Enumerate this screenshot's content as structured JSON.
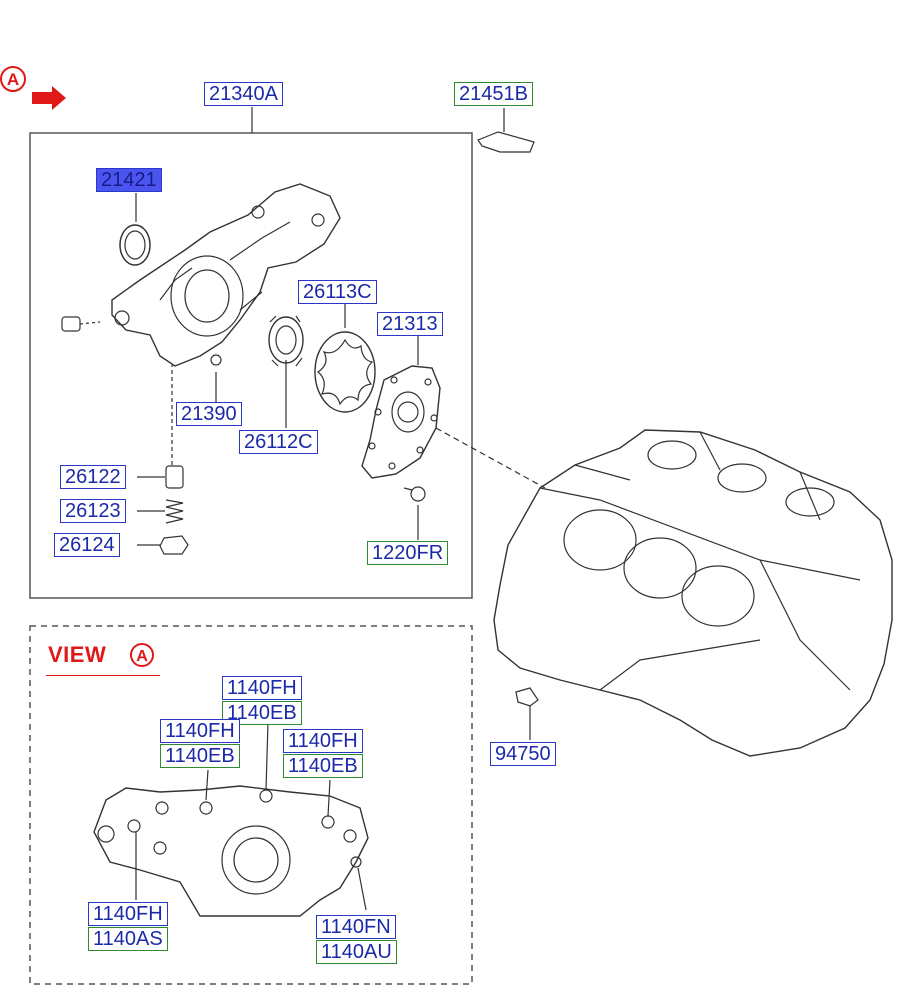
{
  "callout": {
    "letter": "A"
  },
  "view": {
    "title": "VIEW",
    "letter": "A"
  },
  "labels": {
    "assembly": "21340A",
    "gasket_top": "21451B",
    "seal": "21421",
    "outer_rotor": "26113C",
    "cover_gasket": "21313",
    "o_ring": "21390",
    "inner_rotor": "26112C",
    "relief_plunger": "26122",
    "relief_spring": "26123",
    "relief_plug": "26124",
    "screw": "1220FR",
    "sensor": "94750",
    "bolt_a1": "1140FH",
    "bolt_a2": "1140EB",
    "bolt_b1": "1140FH",
    "bolt_b2": "1140EB",
    "bolt_c1": "1140FH",
    "bolt_c2": "1140EB",
    "bolt_d1": "1140FH",
    "bolt_d2": "1140AS",
    "bolt_e1": "1140FN",
    "bolt_e2": "1140AU"
  },
  "colors": {
    "accent_red": "#e01818",
    "label_blue": "#2a37c8",
    "label_green": "#2e8b2e",
    "selected_fill": "#4a55f0"
  }
}
